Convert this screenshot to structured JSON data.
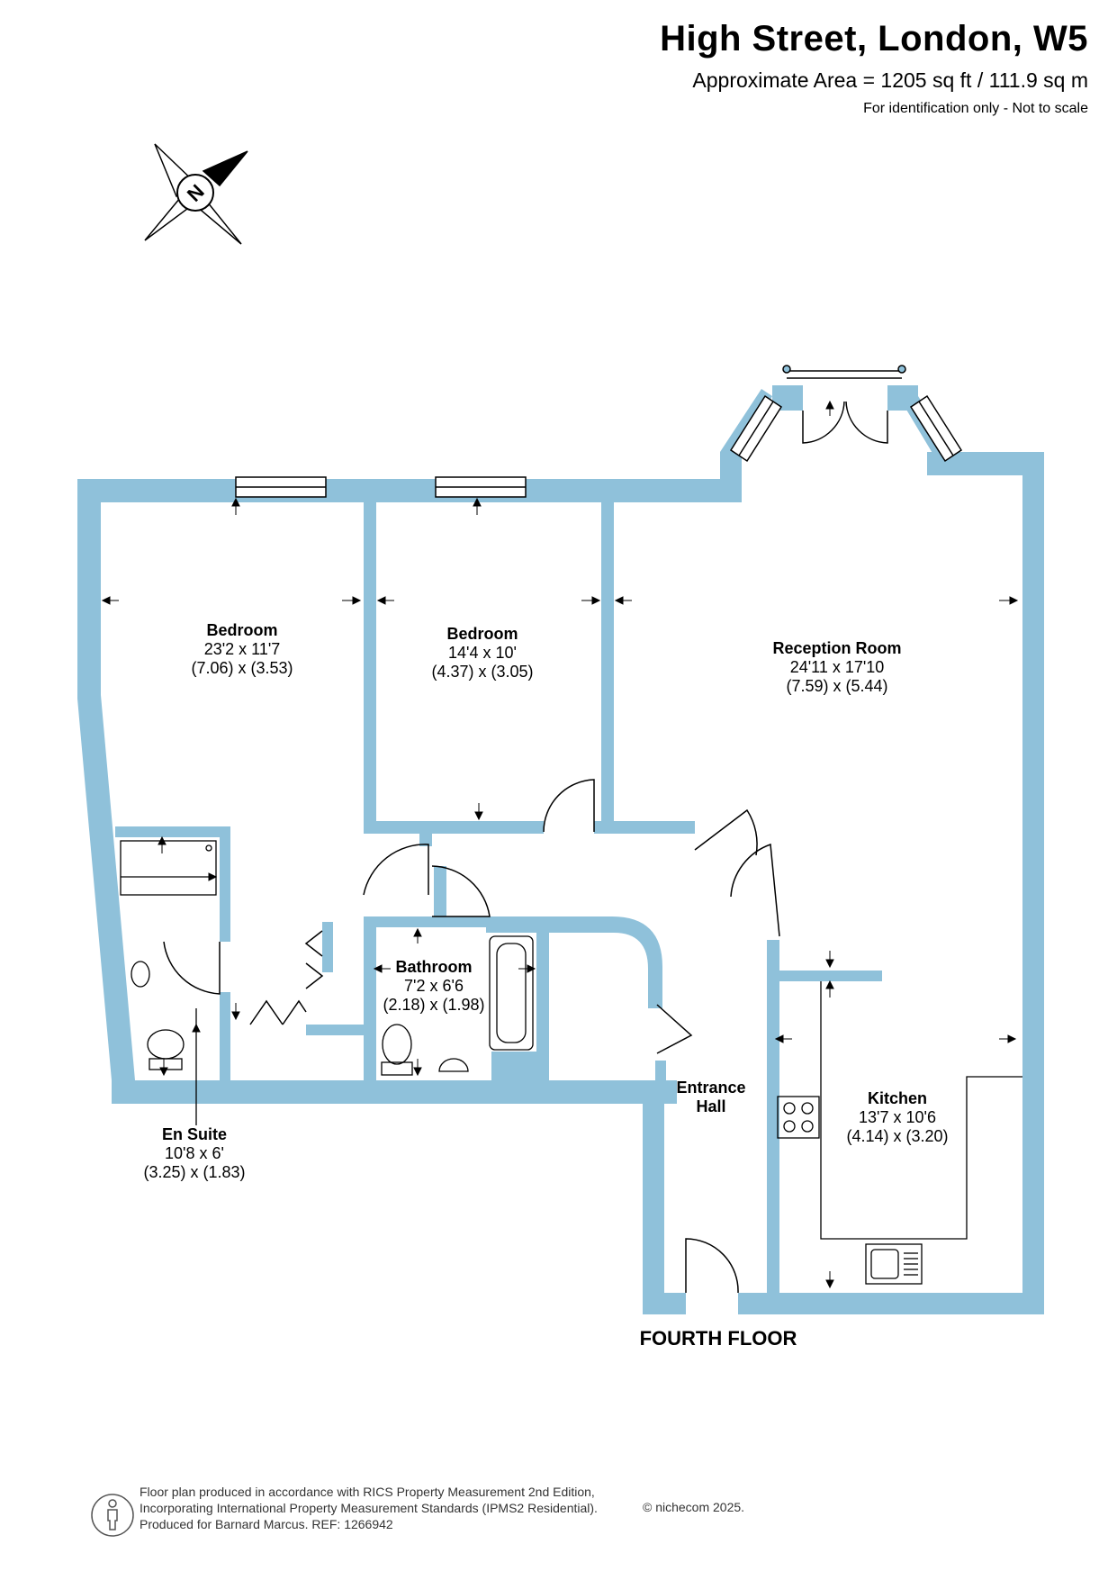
{
  "header": {
    "title": "High Street, London, W5",
    "area": "Approximate Area = 1205 sq ft / 111.9 sq m",
    "disclaimer": "For identification only - Not to scale"
  },
  "compass": {
    "label": "N",
    "icon": "compass-icon"
  },
  "rooms": {
    "bedroom1": {
      "name": "Bedroom",
      "imperial": "23'2 x 11'7",
      "metric": "(7.06) x (3.53)"
    },
    "bedroom2": {
      "name": "Bedroom",
      "imperial": "14'4 x 10'",
      "metric": "(4.37) x (3.05)"
    },
    "reception": {
      "name": "Reception Room",
      "imperial": "24'11 x 17'10",
      "metric": "(7.59) x (5.44)"
    },
    "bathroom": {
      "name": "Bathroom",
      "imperial": "7'2 x 6'6",
      "metric": "(2.18) x (1.98)"
    },
    "kitchen": {
      "name": "Kitchen",
      "imperial": "13'7 x 10'6",
      "metric": "(4.14) x (3.20)"
    },
    "ensuite": {
      "name": "En Suite",
      "imperial": "10'8 x 6'",
      "metric": "(3.25) x (1.83)"
    },
    "hall": {
      "name_line1": "Entrance",
      "name_line2": "Hall"
    }
  },
  "floor_label": "FOURTH FLOOR",
  "footer": {
    "line1": "Floor plan produced in accordance with RICS Property Measurement 2nd Edition,",
    "line2": "Incorporating International Property Measurement Standards (IPMS2 Residential).",
    "line3": "Produced for Barnard Marcus.   REF:  1266942",
    "brand": "© nichecom 2025."
  },
  "colors": {
    "wall": "#8fc1da",
    "line": "#000000"
  }
}
